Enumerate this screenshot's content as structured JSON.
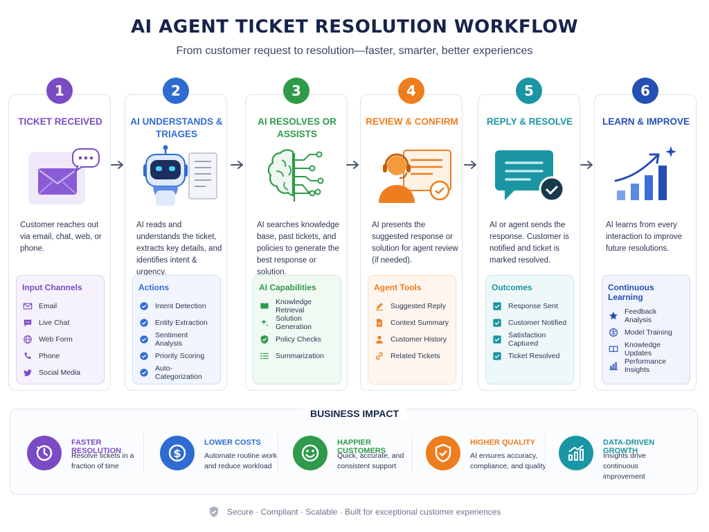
{
  "header": {
    "title": "AI AGENT TICKET RESOLUTION WORKFLOW",
    "subtitle": "From customer request to resolution—faster, smarter, better experiences"
  },
  "steps": [
    {
      "number": "1",
      "title": "TICKET RECEIVED",
      "color": "#7b4bc4",
      "panel_bg": "#f6f2fc",
      "panel_border": "#ddd0f2",
      "description": "Customer reaches out via email, chat, web, or phone.",
      "panel_title": "Input Channels",
      "items": [
        {
          "label": "Email",
          "icon": "mail-icon"
        },
        {
          "label": "Live Chat",
          "icon": "chat-icon"
        },
        {
          "label": "Web Form",
          "icon": "globe-icon"
        },
        {
          "label": "Phone",
          "icon": "phone-icon"
        },
        {
          "label": "Social Media",
          "icon": "bird-icon"
        }
      ]
    },
    {
      "number": "2",
      "title": "AI UNDERSTANDS & TRIAGES",
      "color": "#2f6cd2",
      "panel_bg": "#f1f5fd",
      "panel_border": "#cddcf4",
      "description": "AI reads and understands the ticket, extracts key details, and identifies intent & urgency.",
      "panel_title": "Actions",
      "items": [
        {
          "label": "Intent Detection",
          "icon": "check-circle-icon"
        },
        {
          "label": "Entity Extraction",
          "icon": "check-circle-icon"
        },
        {
          "label": "Sentiment Analysis",
          "icon": "check-circle-icon"
        },
        {
          "label": "Priority Scoring",
          "icon": "check-circle-icon"
        },
        {
          "label": "Auto-Categorization",
          "icon": "check-circle-icon"
        }
      ]
    },
    {
      "number": "3",
      "title": "AI RESOLVES OR ASSISTS",
      "color": "#2e9a4a",
      "panel_bg": "#f1f9f3",
      "panel_border": "#cfe8d6",
      "description": "AI searches knowledge base, past tickets, and policies to generate the best response or solution.",
      "panel_title": "AI Capabilities",
      "items": [
        {
          "label": "Knowledge Retrieval",
          "icon": "book-icon"
        },
        {
          "label": "Solution Generation",
          "icon": "sparkle-icon"
        },
        {
          "label": "Policy Checks",
          "icon": "shield-check-icon"
        },
        {
          "label": "Summarization",
          "icon": "list-icon"
        }
      ]
    },
    {
      "number": "4",
      "title": "REVIEW & CONFIRM",
      "color": "#ee7d1e",
      "panel_bg": "#fef6ee",
      "panel_border": "#f6dcc2",
      "description": "AI presents the suggested response or solution for agent review (if needed).",
      "panel_title": "Agent Tools",
      "items": [
        {
          "label": "Suggested Reply",
          "icon": "pencil-icon"
        },
        {
          "label": "Context Summary",
          "icon": "document-icon"
        },
        {
          "label": "Customer History",
          "icon": "person-icon"
        },
        {
          "label": "Related Tickets",
          "icon": "link-icon"
        }
      ]
    },
    {
      "number": "5",
      "title": "REPLY & RESOLVE",
      "color": "#1a95a3",
      "panel_bg": "#eff8f9",
      "panel_border": "#cbe6e9",
      "description": "AI or agent sends the response. Customer is notified and ticket is marked resolved.",
      "panel_title": "Outcomes",
      "items": [
        {
          "label": "Response Sent",
          "icon": "check-box-icon"
        },
        {
          "label": "Customer Notified",
          "icon": "check-box-icon"
        },
        {
          "label": "Satisfaction Captured",
          "icon": "check-box-icon"
        },
        {
          "label": "Ticket Resolved",
          "icon": "check-box-icon"
        }
      ]
    },
    {
      "number": "6",
      "title": "LEARN & IMPROVE",
      "color": "#244fb5",
      "panel_bg": "#f1f4fc",
      "panel_border": "#cfd8f0",
      "description": "AI learns from every interaction to improve future resolutions.",
      "panel_title": "Continuous Learning",
      "items": [
        {
          "label": "Feedback Analysis",
          "icon": "star-icon"
        },
        {
          "label": "Model Training",
          "icon": "brain-icon"
        },
        {
          "label": "Knowledge Updates",
          "icon": "open-book-icon"
        },
        {
          "label": "Performance Insights",
          "icon": "bar-chart-icon"
        }
      ]
    }
  ],
  "impact": {
    "title": "BUSINESS IMPACT",
    "items": [
      {
        "name": "FASTER RESOLUTION",
        "desc": "Resolve tickets in a fraction of time",
        "color": "#7b4bc4",
        "icon": "clock-icon"
      },
      {
        "name": "LOWER COSTS",
        "desc": "Automate routine work and reduce workload",
        "color": "#2f6cd2",
        "icon": "dollar-icon"
      },
      {
        "name": "HAPPIER CUSTOMERS",
        "desc": "Quick, accurate, and consistent support",
        "color": "#2e9a4a",
        "icon": "smile-icon"
      },
      {
        "name": "HIGHER QUALITY",
        "desc": "AI ensures accuracy, compliance, and quality",
        "color": "#ee7d1e",
        "icon": "shield-check-icon"
      },
      {
        "name": "DATA-DRIVEN GROWTH",
        "desc": "Insights drive continuous improvement",
        "color": "#1a95a3",
        "icon": "growth-chart-icon"
      }
    ]
  },
  "footer": {
    "text": "Secure  ·  Compliant  ·  Scalable  ·  Built for exceptional customer experiences"
  }
}
